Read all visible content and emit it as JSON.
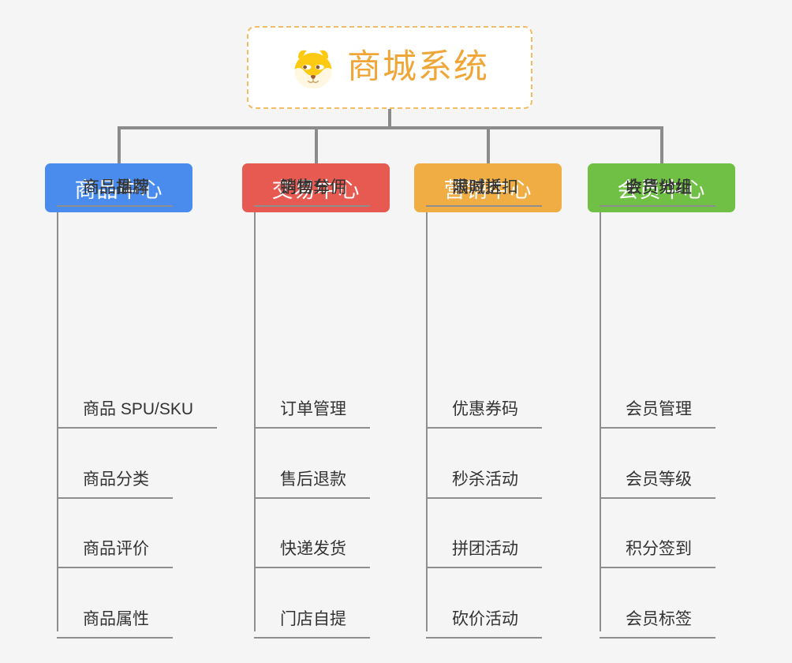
{
  "root": {
    "title": "商城系统",
    "icon": "dog-face-icon"
  },
  "colors": {
    "background": "#f5f5f6",
    "root_border": "#f2bc64",
    "root_title": "#f0a636",
    "connector": "#8b8b8b",
    "leaf_line": "#8e8e8e",
    "leaf_text": "#333333",
    "product_center": "#4a8cee",
    "trade_center": "#e75a52",
    "marketing_center": "#f0ad43",
    "member_center": "#6fc044"
  },
  "branches": [
    {
      "label": "商品中心",
      "color": "#4a8cee",
      "items": [
        "商品 SPU/SKU",
        "商品分类",
        "商品评价",
        "商品属性",
        "商品推荐",
        "商品品牌"
      ]
    },
    {
      "label": "交易中心",
      "color": "#e75a52",
      "items": [
        "订单管理",
        "售后退款",
        "快递发货",
        "门店自提",
        "购物车",
        "销售分佣"
      ]
    },
    {
      "label": "营销中心",
      "color": "#f0ad43",
      "items": [
        "优惠券码",
        "秒杀活动",
        "拼团活动",
        "砍价活动",
        "限时折扣",
        "满减送"
      ]
    },
    {
      "label": "会员中心",
      "color": "#6fc044",
      "items": [
        "会员管理",
        "会员等级",
        "积分签到",
        "会员标签",
        "会员分组",
        "收货地址"
      ]
    }
  ]
}
